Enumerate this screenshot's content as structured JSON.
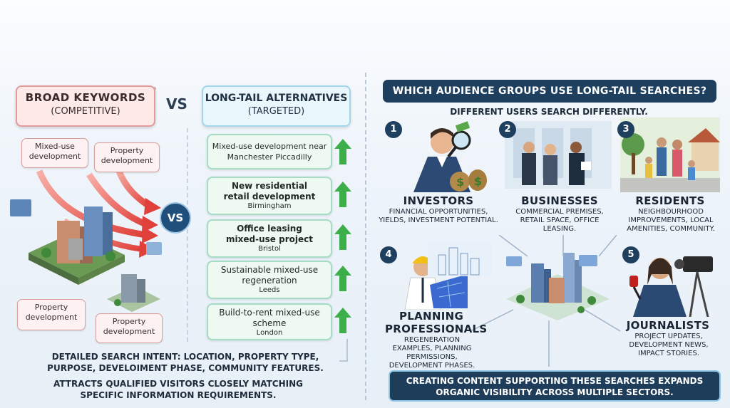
{
  "left": {
    "broad": {
      "title": "BROAD KEYWORDS",
      "subtitle": "(COMPETITIVE)"
    },
    "vs_top": "VS",
    "longtail": {
      "title": "LONG-TAIL ALTERNATIVES",
      "subtitle": "(TARGETED)"
    },
    "chips": [
      "Mixed-use development",
      "Property development",
      "Property development",
      "Property development"
    ],
    "vs_circle": "VS",
    "alternatives": [
      {
        "main": "Mixed-use development near Manchester Piccadilly",
        "sub": ""
      },
      {
        "main": "New residential retail development",
        "sub": "Birmingham"
      },
      {
        "main": "Office leasing mixed-use project",
        "sub": "Bristol"
      },
      {
        "main": "Sustainable mixed-use regeneration",
        "sub": "Leeds"
      },
      {
        "main": "Build-to-rent mixed-use scheme",
        "sub": "London"
      }
    ],
    "intent_text": "DETAILED SEARCH INTENT: LOCATION, PROPERTY TYPE, PURPOSE, DEVELOIMENT PHASE, COMMUNITY FEATURES.",
    "attract_text": "ATTRACTS QUALIFIED VISITORS CLOSELY MATCHING SPECIFIC INFORMATION REQUIREMENTS."
  },
  "right": {
    "heading": "WHICH AUDIENCE GROUPS USE LONG-TAIL SEARCHES?",
    "subheading": "DIFFERENT USERS SEARCH DIFFERENTLY.",
    "groups": [
      {
        "num": "1",
        "title": "INVESTORS",
        "desc": "FINANCIAL OPPORTUNITIES, YIELDS, INVESTMENT POTENTIAL."
      },
      {
        "num": "2",
        "title": "BUSINESSES",
        "desc": "COMMERCIAL PREMISES, RETAIL SPACE, OFFICE LEASING."
      },
      {
        "num": "3",
        "title": "RESIDENTS",
        "desc": "NEIGHBOURHOOD IMPROVEMENTS, LOCAL AMENITIES, COMMUNITY."
      },
      {
        "num": "4",
        "title": "PLANNING PROFESSIONALS",
        "desc": "REGENERATION EXAMPLES, PLANNING PERMISSIONS, DEVELOPMENT PHASES."
      },
      {
        "num": "5",
        "title": "JOURNALISTS",
        "desc": "PROJECT UPDATES, DEVELOPMENT NEWS, IMPACT STORIES."
      }
    ],
    "closing": "CREATING CONTENT SUPPORTING THESE SEARCHES EXPANDS ORGANIC VISIBILITY ACROSS MULTIPLE SECTORS."
  },
  "colors": {
    "navy": "#1f3f5e",
    "red_arrow": "#e0403a",
    "green_arrow": "#3cae4a",
    "broad_bg": "#fde9e8",
    "long_bg": "#e9f6fb"
  }
}
